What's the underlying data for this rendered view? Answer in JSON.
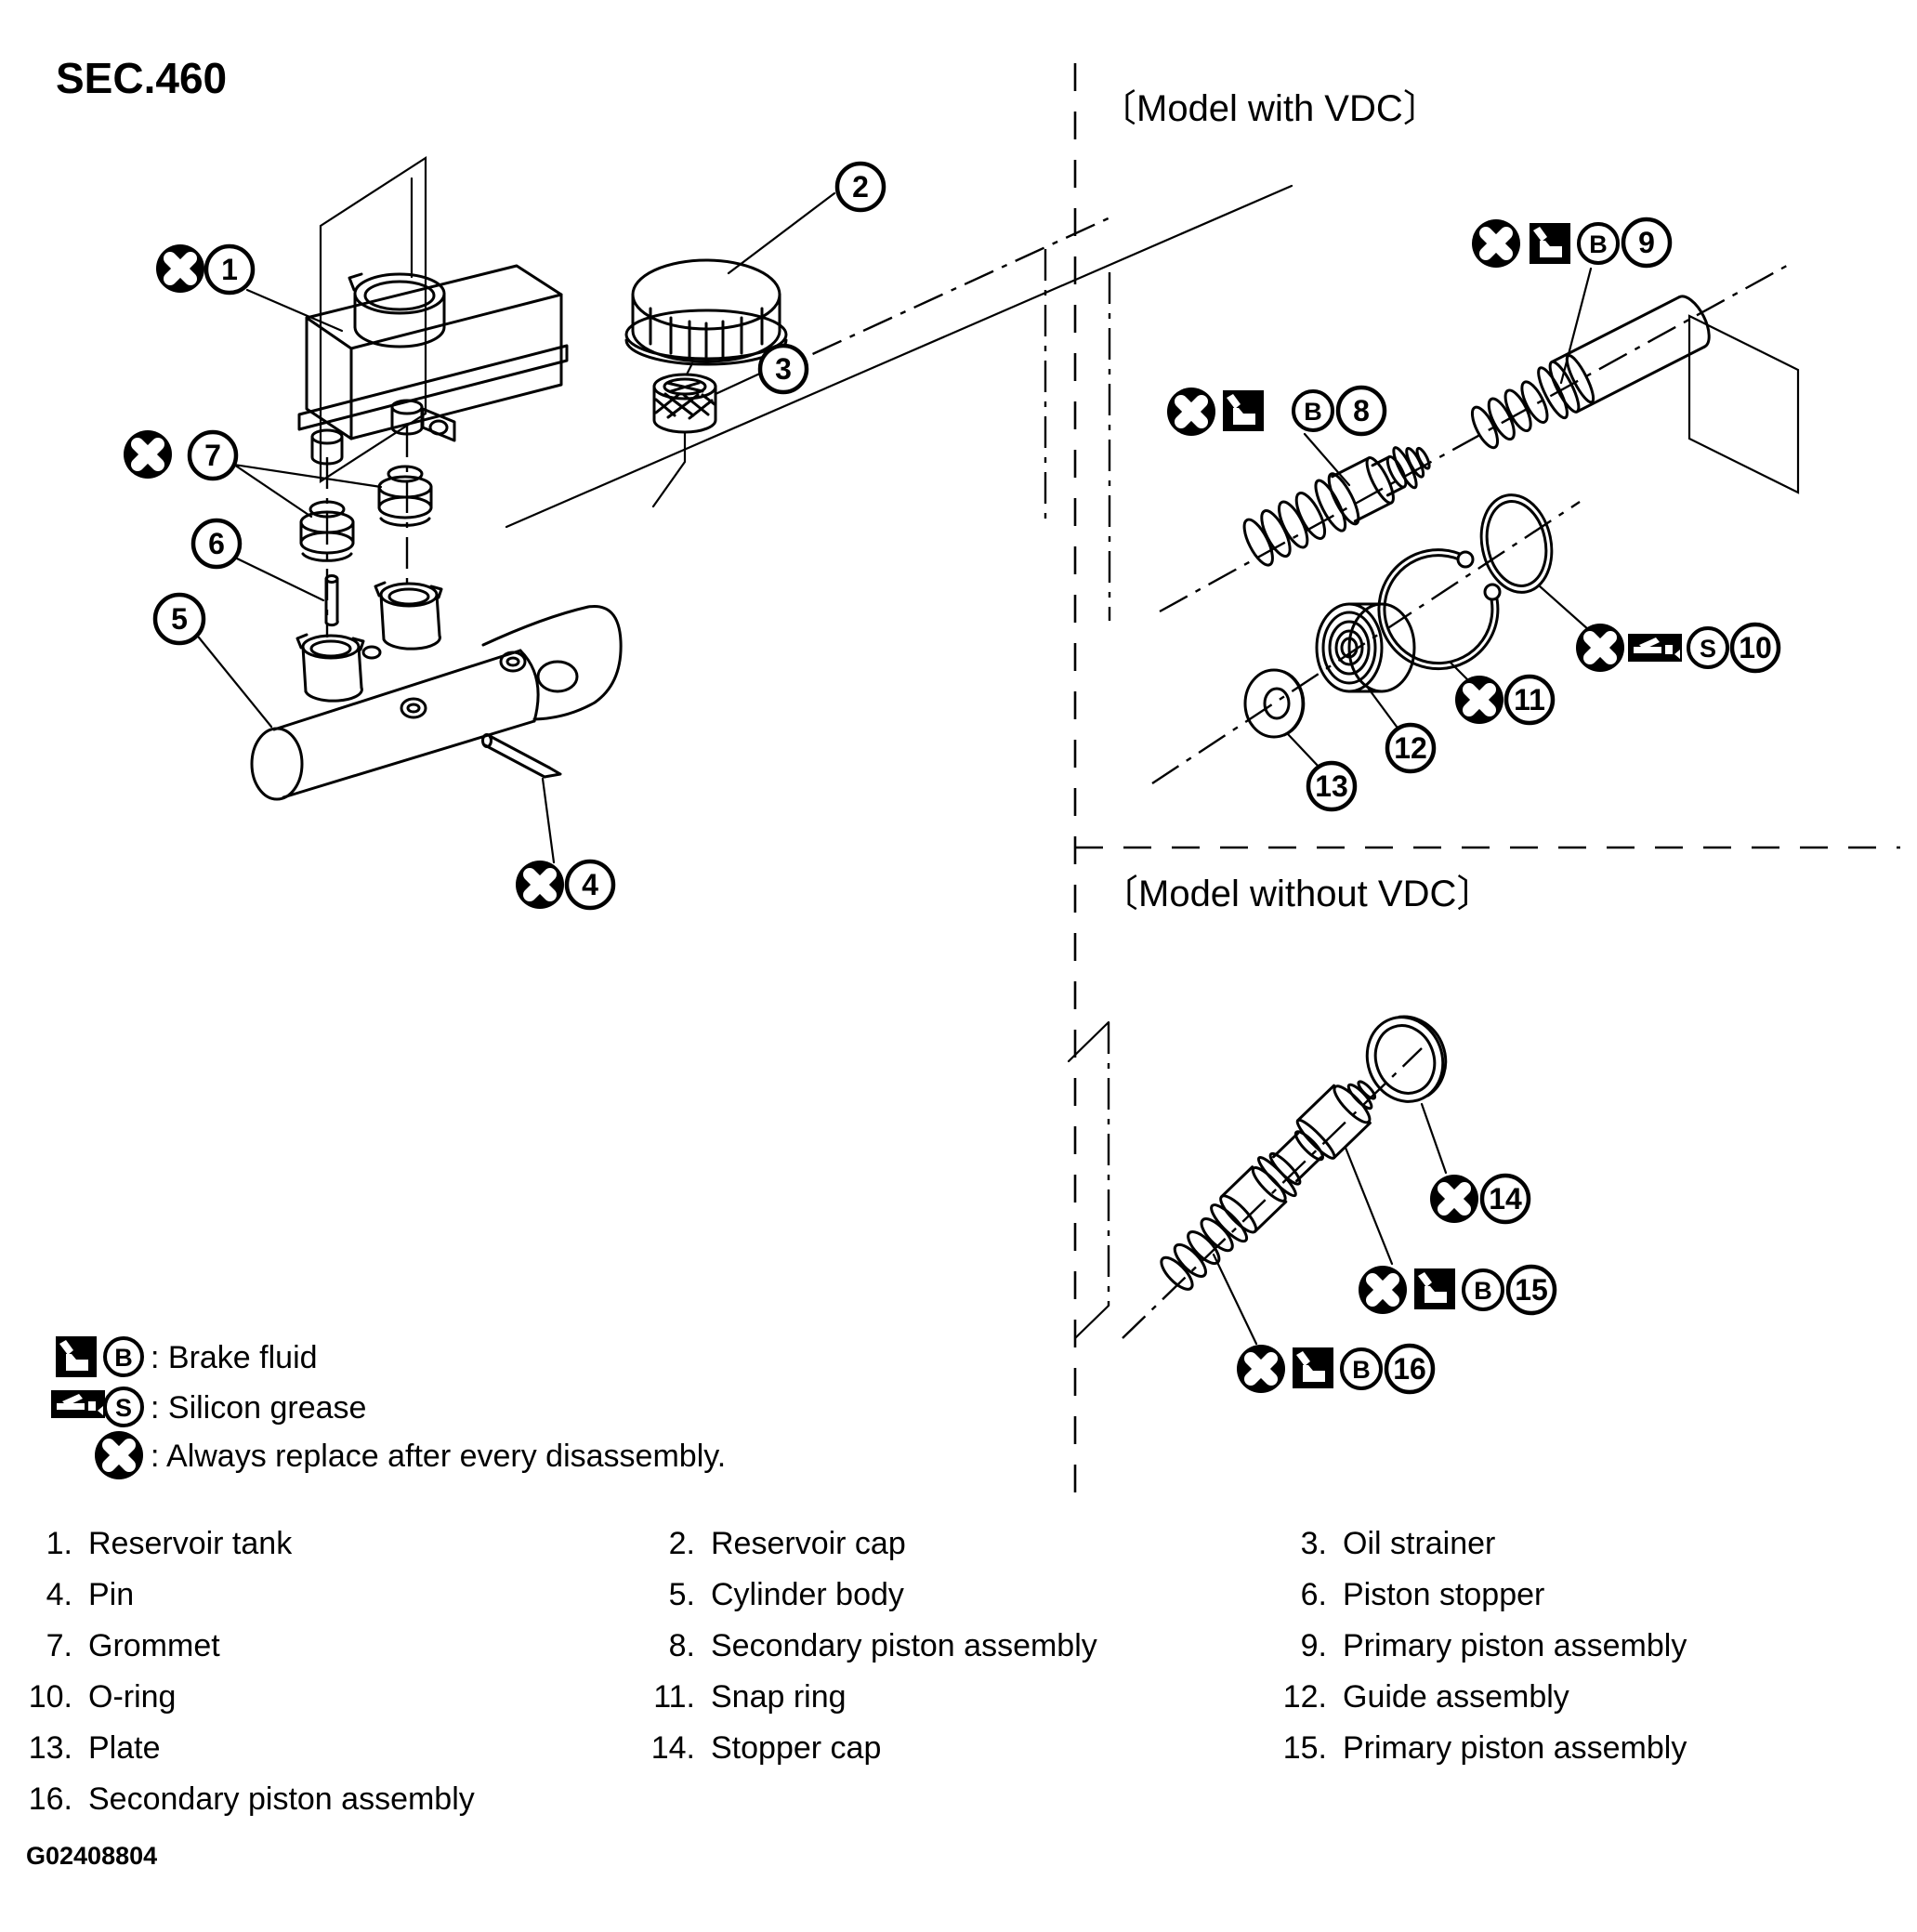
{
  "header": {
    "section_label": "SEC.460",
    "figure_code": "G02408804"
  },
  "panel_labels": {
    "with_vdc": "〔Model with VDC〕",
    "without_vdc": "〔Model without VDC〕"
  },
  "legend": {
    "brake_fluid_symbol": "B",
    "brake_fluid_label": ": Brake fluid",
    "silicon_grease_symbol": "S",
    "silicon_grease_label": ": Silicon grease",
    "replace_label": ": Always replace after every disassembly."
  },
  "callouts": {
    "c1": "1",
    "c2": "2",
    "c3": "3",
    "c4": "4",
    "c5": "5",
    "c6": "6",
    "c7": "7",
    "c8": "8",
    "c9": "9",
    "c10": "10",
    "c11": "11",
    "c12": "12",
    "c13": "13",
    "c14": "14",
    "c15": "15",
    "c16": "16",
    "b": "B",
    "s": "S"
  },
  "parts_list": [
    {
      "num": "1.",
      "name": "Reservoir tank"
    },
    {
      "num": "2.",
      "name": "Reservoir cap"
    },
    {
      "num": "3.",
      "name": "Oil strainer"
    },
    {
      "num": "4.",
      "name": "Pin"
    },
    {
      "num": "5.",
      "name": "Cylinder body"
    },
    {
      "num": "6.",
      "name": "Piston stopper"
    },
    {
      "num": "7.",
      "name": "Grommet"
    },
    {
      "num": "8.",
      "name": "Secondary piston assembly"
    },
    {
      "num": "9.",
      "name": "Primary piston assembly"
    },
    {
      "num": "10.",
      "name": "O-ring"
    },
    {
      "num": "11.",
      "name": "Snap ring"
    },
    {
      "num": "12.",
      "name": "Guide assembly"
    },
    {
      "num": "13.",
      "name": "Plate"
    },
    {
      "num": "14.",
      "name": "Stopper cap"
    },
    {
      "num": "15.",
      "name": "Primary piston assembly"
    },
    {
      "num": "16.",
      "name": "Secondary piston assembly"
    }
  ],
  "colors": {
    "ink": "#000000",
    "paper": "#ffffff"
  }
}
